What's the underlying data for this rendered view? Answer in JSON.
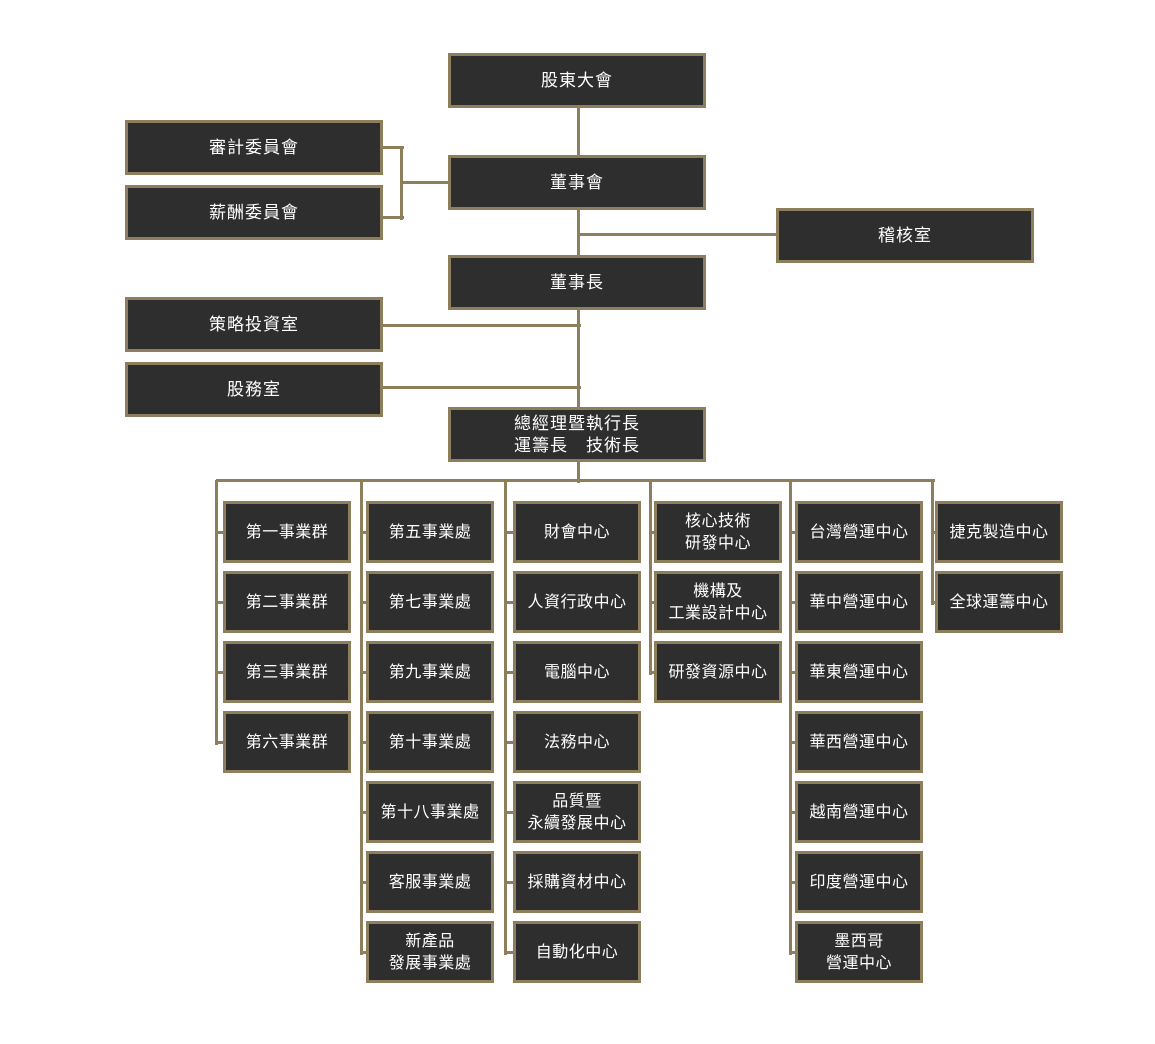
{
  "diagram": {
    "colors": {
      "box_fill": "#2e2e2e",
      "box_border": "#8d7f5c",
      "connector": "#8d7f5c",
      "text": "#ffffff"
    },
    "nodes": {
      "shareholders": "股東大會",
      "audit_committee": "審計委員會",
      "compensation_committee": "薪酬委員會",
      "board": "董事會",
      "internal_audit": "稽核室",
      "chairman": "董事長",
      "strategy_investment": "策略投資室",
      "shareholder_affairs": "股務室",
      "executives": "總經理暨執行長\n運籌長　技術長"
    },
    "columns": [
      [
        "第一事業群",
        "第二事業群",
        "第三事業群",
        "第六事業群"
      ],
      [
        "第五事業處",
        "第七事業處",
        "第九事業處",
        "第十事業處",
        "第十八事業處",
        "客服事業處",
        "新產品\n發展事業處"
      ],
      [
        "財會中心",
        "人資行政中心",
        "電腦中心",
        "法務中心",
        "品質暨\n永續發展中心",
        "採購資材中心",
        "自動化中心"
      ],
      [
        "核心技術\n研發中心",
        "機構及\n工業設計中心",
        "研發資源中心"
      ],
      [
        "台灣營運中心",
        "華中營運中心",
        "華東營運中心",
        "華西營運中心",
        "越南營運中心",
        "印度營運中心",
        "墨西哥\n營運中心"
      ],
      [
        "捷克製造中心",
        "全球運籌中心"
      ]
    ]
  }
}
